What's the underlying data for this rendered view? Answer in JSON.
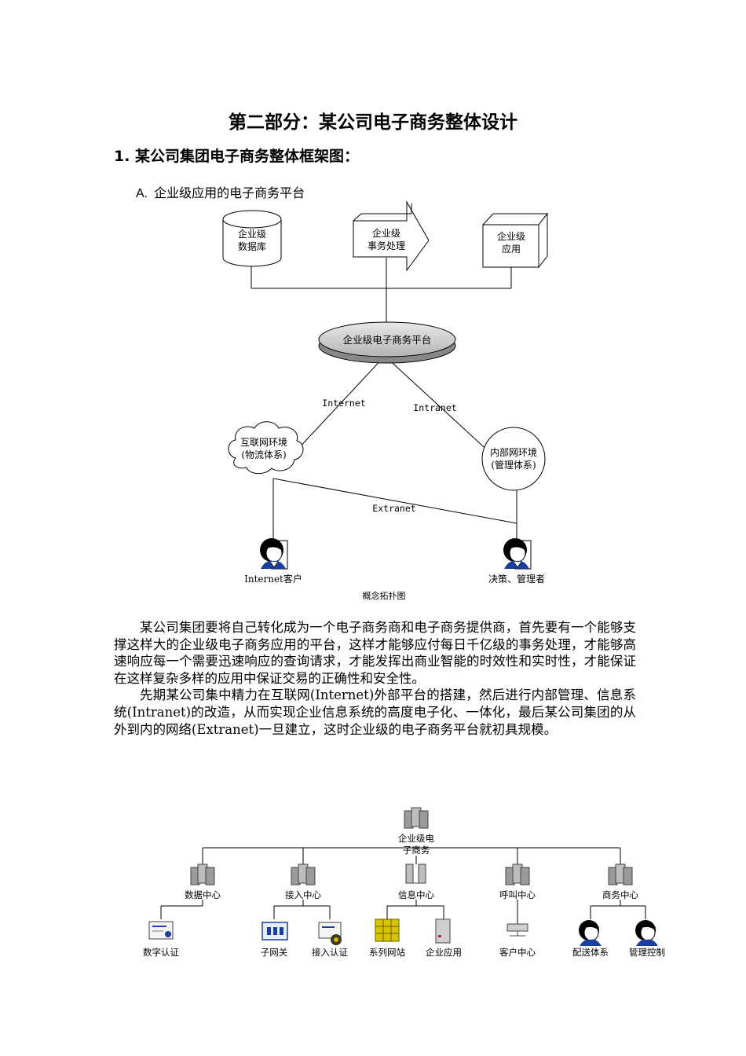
{
  "title": "第二部分：某公司电子商务整体设计",
  "section1": {
    "heading": "1. 某公司集团电子商务整体框架图："
  },
  "subsection": {
    "label": "A.",
    "text": "企业级应用的电子商务平台"
  },
  "diagram1": {
    "db_line1": "企业级",
    "db_line2": "数据库",
    "tx_line1": "企业级",
    "tx_line2": "事务处理",
    "app_line1": "企业级",
    "app_line2": "应用",
    "platform": "企业级电子商务平台",
    "link_internet": "Internet",
    "link_intranet": "Intranet",
    "link_extranet": "Extranet",
    "cloud_line1": "互联网环境",
    "cloud_line2": "(物流体系)",
    "inner_line1": "内部网环境",
    "inner_line2": "(管理体系)",
    "user_left": "Internet客户",
    "user_right": "决策、管理者",
    "caption": "概念拓扑图"
  },
  "paragraphs": [
    "某公司集团要将自己转化成为一个电子商务商和电子商务提供商，首先要有一个能够支撑这样大的企业级电子商务应用的平台，这样才能够应付每日千亿级的事务处理，才能够高速响应每一个需要迅速响应的查询请求，才能发挥出商业智能的时效性和实时性，才能保证在这样复杂多样的应用中保证交易的正确性和安全性。",
    "先期某公司集中精力在互联网(Internet)外部平台的搭建，然后进行内部管理、信息系统(Intranet)的改造，从而实现企业信息系统的高度电子化、一体化，最后某公司集团的从外到内的网络(Extranet)一旦建立，这时企业级的电子商务平台就初具规模。"
  ],
  "diagram2": {
    "root_line1": "企业级电",
    "root_line2": "子商务",
    "centers": [
      "数据中心",
      "接入中心",
      "信息中心",
      "呼叫中心",
      "商务中心"
    ],
    "leaves": [
      "数字认证",
      "子网关",
      "接入认证",
      "系列网站",
      "企业应用",
      "客户中心",
      "配送体系",
      "管理控制"
    ]
  }
}
